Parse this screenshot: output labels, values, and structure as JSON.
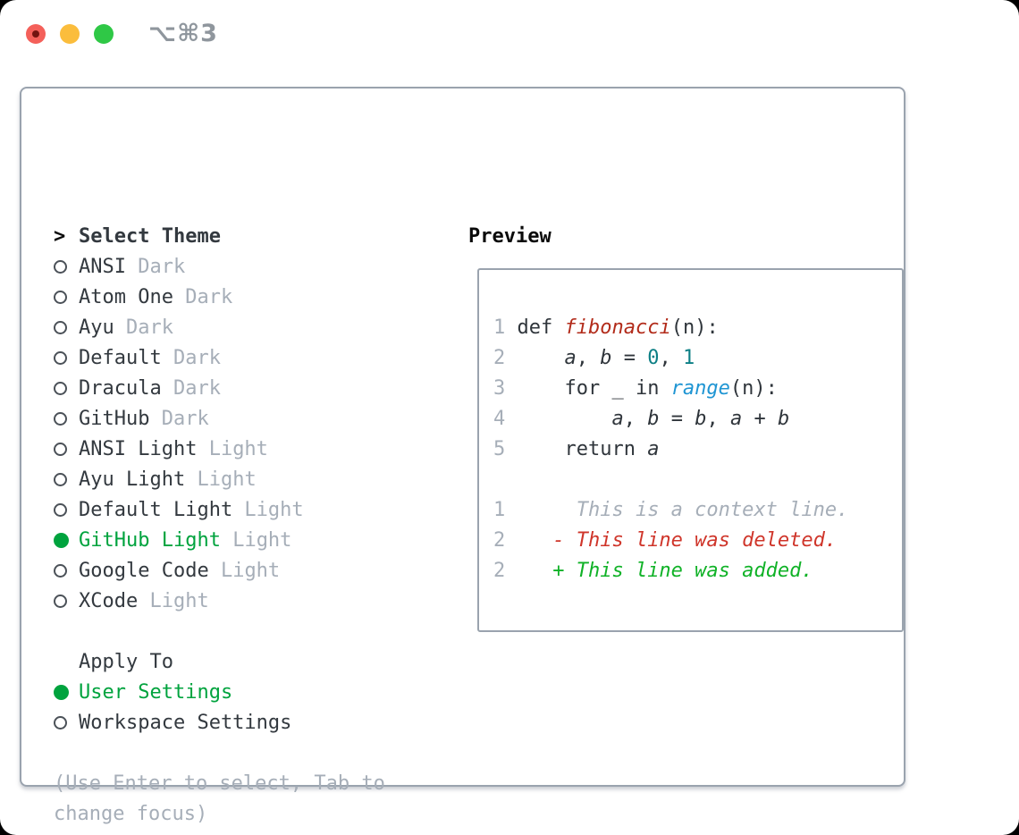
{
  "titlebar": {
    "title": "⌥⌘3",
    "traffic_lights": [
      "close",
      "minimize",
      "zoom"
    ]
  },
  "colors": {
    "green": "#00a33e",
    "add": "#10b227",
    "del": "#cf352a",
    "func": "#b22b1a",
    "numlit": "#0c7f85",
    "builtin": "#1f95d3",
    "text": "#33393f",
    "header": "#0a0a0a",
    "muted": "#a6aeb8",
    "border": "#9aa3ae",
    "title-gray": "#8f969d",
    "tl-red": "#f4605a",
    "tl-red-dot": "#731410",
    "tl-yellow": "#fbbd3c",
    "tl-green": "#2fc846"
  },
  "theme_panel": {
    "prompt": ">",
    "header": "Select Theme",
    "items": [
      {
        "name": "ANSI",
        "variant": "Dark",
        "selected": false
      },
      {
        "name": "Atom One",
        "variant": "Dark",
        "selected": false
      },
      {
        "name": "Ayu",
        "variant": "Dark",
        "selected": false
      },
      {
        "name": "Default",
        "variant": "Dark",
        "selected": false
      },
      {
        "name": "Dracula",
        "variant": "Dark",
        "selected": false
      },
      {
        "name": "GitHub",
        "variant": "Dark",
        "selected": false
      },
      {
        "name": "ANSI Light",
        "variant": "Light",
        "selected": false
      },
      {
        "name": "Ayu Light",
        "variant": "Light",
        "selected": false
      },
      {
        "name": "Default Light",
        "variant": "Light",
        "selected": false
      },
      {
        "name": "GitHub Light",
        "variant": "Light",
        "selected": true
      },
      {
        "name": "Google Code",
        "variant": "Light",
        "selected": false
      },
      {
        "name": "XCode",
        "variant": "Light",
        "selected": false
      }
    ],
    "apply_to": {
      "header": "Apply To",
      "options": [
        {
          "label": "User Settings",
          "selected": true
        },
        {
          "label": "Workspace Settings",
          "selected": false
        }
      ]
    },
    "help": [
      "(Use Enter to select, Tab to",
      "change focus)"
    ]
  },
  "preview": {
    "header": "Preview",
    "lines": [
      {
        "name": "code-line",
        "tokens": [
          {
            "t": "1",
            "c": "ln"
          },
          {
            "t": " def ",
            "c": "code"
          },
          {
            "t": "fibonacci",
            "c": "func"
          },
          {
            "t": "(n):",
            "c": "code"
          }
        ]
      },
      {
        "name": "code-line",
        "tokens": [
          {
            "t": "2",
            "c": "ln"
          },
          {
            "t": "     ",
            "c": "code"
          },
          {
            "t": "a",
            "c": "var"
          },
          {
            "t": ", ",
            "c": "code"
          },
          {
            "t": "b",
            "c": "var"
          },
          {
            "t": " = ",
            "c": "code"
          },
          {
            "t": "0",
            "c": "num"
          },
          {
            "t": ", ",
            "c": "code"
          },
          {
            "t": "1",
            "c": "num"
          }
        ]
      },
      {
        "name": "code-line",
        "tokens": [
          {
            "t": "3",
            "c": "ln"
          },
          {
            "t": "     for _ in ",
            "c": "code"
          },
          {
            "t": "range",
            "c": "builtin"
          },
          {
            "t": "(n):",
            "c": "code"
          }
        ]
      },
      {
        "name": "code-line",
        "tokens": [
          {
            "t": "4",
            "c": "ln"
          },
          {
            "t": "         ",
            "c": "code"
          },
          {
            "t": "a",
            "c": "var"
          },
          {
            "t": ", ",
            "c": "code"
          },
          {
            "t": "b",
            "c": "var"
          },
          {
            "t": " = ",
            "c": "code"
          },
          {
            "t": "b",
            "c": "var"
          },
          {
            "t": ", ",
            "c": "code"
          },
          {
            "t": "a",
            "c": "var"
          },
          {
            "t": " + ",
            "c": "code"
          },
          {
            "t": "b",
            "c": "var"
          }
        ]
      },
      {
        "name": "code-line",
        "tokens": [
          {
            "t": "5",
            "c": "ln"
          },
          {
            "t": "     return ",
            "c": "code"
          },
          {
            "t": "a",
            "c": "var"
          }
        ]
      },
      {
        "name": "blank-line",
        "tokens": []
      },
      {
        "name": "diff-context-line",
        "tokens": [
          {
            "t": "1",
            "c": "ln"
          },
          {
            "t": "      This is a context line.",
            "c": "ctx"
          }
        ]
      },
      {
        "name": "diff-deleted-line",
        "tokens": [
          {
            "t": "2",
            "c": "ln"
          },
          {
            "t": "    - This line was deleted.",
            "c": "del"
          }
        ]
      },
      {
        "name": "diff-added-line",
        "tokens": [
          {
            "t": "2",
            "c": "ln"
          },
          {
            "t": "    + This line was added.",
            "c": "add"
          }
        ]
      }
    ]
  }
}
